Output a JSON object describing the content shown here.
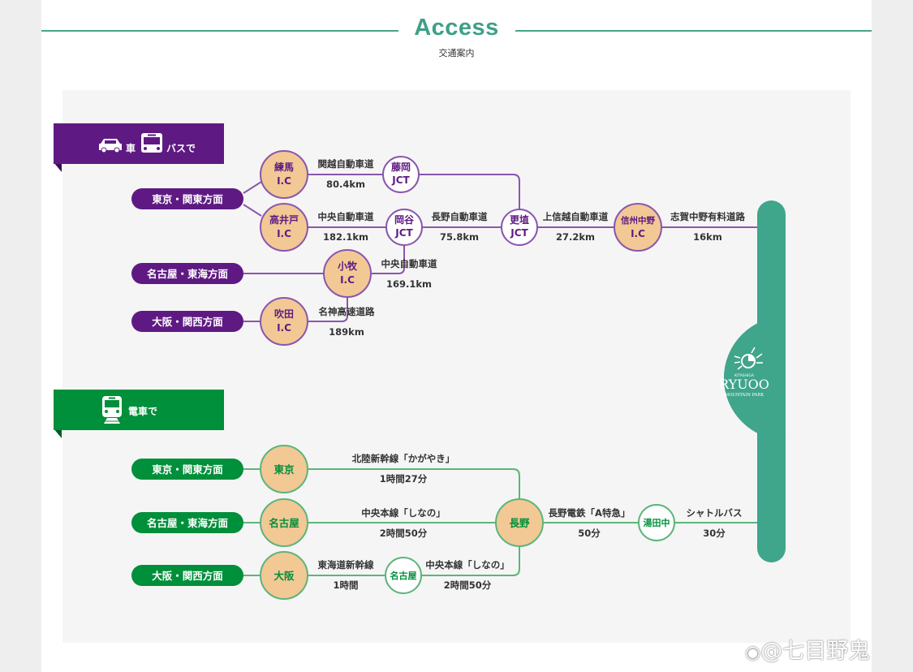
{
  "header": {
    "title": "Access",
    "subtitle": "交通案内"
  },
  "colors": {
    "accent_green": "#3ea087",
    "car_purple": "#5e1a82",
    "car_line": "#8a56ad",
    "train_green": "#008f3a",
    "train_line": "#5cb57a",
    "node_fill": "#f2c894",
    "panel_bg": "#f5f5f5",
    "bar_green": "#3fa58b"
  },
  "car_section": {
    "banner_label": "車 バスで",
    "banner_label_a": "車",
    "banner_label_b": "バスで",
    "car_icon": "car-icon",
    "bus_icon": "bus-icon",
    "origins": [
      {
        "label": "東京・関東方面"
      },
      {
        "label": "名古屋・東海方面"
      },
      {
        "label": "大阪・関西方面"
      }
    ],
    "nodes": {
      "nerima": {
        "line1": "練馬",
        "line2": "I.C"
      },
      "takaido": {
        "line1": "高井戸",
        "line2": "I.C"
      },
      "fujioka": {
        "line1": "藤岡",
        "line2": "JCT"
      },
      "okaya": {
        "line1": "岡谷",
        "line2": "JCT"
      },
      "koshoku": {
        "line1": "更埴",
        "line2": "JCT"
      },
      "shinshu": {
        "line1": "信州中野",
        "line2": "I.C"
      },
      "komaki": {
        "line1": "小牧",
        "line2": "I.C"
      },
      "suita": {
        "line1": "吹田",
        "line2": "I.C"
      }
    },
    "routes": [
      {
        "road": "関越自動車道",
        "distance": "80.4km"
      },
      {
        "road": "中央自動車道",
        "distance": "182.1km"
      },
      {
        "road": "長野自動車道",
        "distance": "75.8km"
      },
      {
        "road": "上信越自動車道",
        "distance": "27.2km"
      },
      {
        "road": "志賀中野有料道路",
        "distance": "16km"
      },
      {
        "road": "中央自動車道",
        "distance": "169.1km"
      },
      {
        "road": "名神高速道路",
        "distance": "189km"
      }
    ]
  },
  "train_section": {
    "banner_label": "電車で",
    "train_icon": "train-icon",
    "origins": [
      {
        "label": "東京・関東方面"
      },
      {
        "label": "名古屋・東海方面"
      },
      {
        "label": "大阪・関西方面"
      }
    ],
    "nodes": {
      "tokyo": {
        "label": "東京"
      },
      "nagoya": {
        "label": "名古屋"
      },
      "osaka": {
        "label": "大阪"
      },
      "nagoya_transfer": {
        "label": "名古屋"
      },
      "nagano": {
        "label": "長野"
      },
      "yudanaka": {
        "label": "湯田中"
      }
    },
    "routes": [
      {
        "line": "北陸新幹線「かがやき」",
        "time": "1時間27分"
      },
      {
        "line": "中央本線「しなの」",
        "time": "2時間50分"
      },
      {
        "line": "東海道新幹線",
        "time": "1時間"
      },
      {
        "line": "中央本線「しなの」",
        "time": "2時間50分"
      },
      {
        "line": "長野電鉄「A特急」",
        "time": "50分"
      },
      {
        "line": "シャトルバス",
        "time": "30分"
      }
    ]
  },
  "destination": {
    "logo_small": "KITASHIGA",
    "logo_main": "RYUOO",
    "logo_sub": "MOUNTAIN PARK",
    "logo_icon": "sun-icon"
  },
  "watermark": "@七目野鬼"
}
